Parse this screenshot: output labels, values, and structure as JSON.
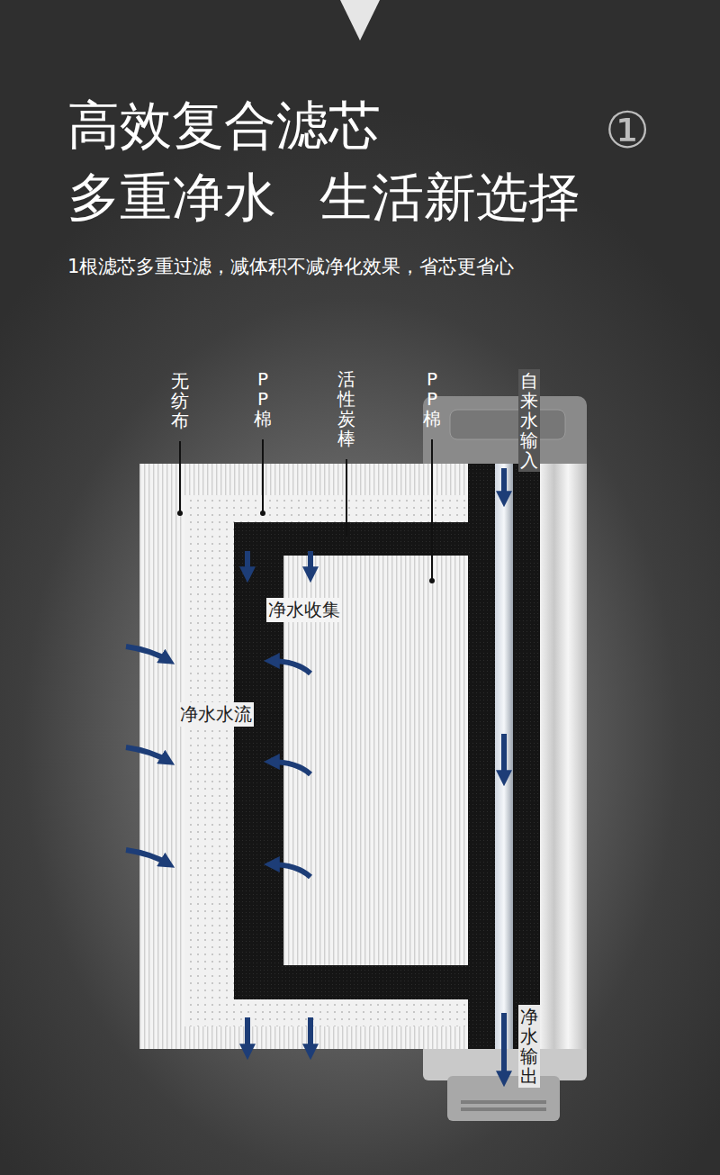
{
  "diagram": {
    "title": "高效复合滤芯",
    "caption": "1根滤芯多重过滤，减体积不减净化效果，省芯更省心",
    "labels": [
      "多重净水 生活新选择",
      "①",
      "无纺布",
      "PP棉",
      "活性炭棒",
      "PP棉",
      "自来水输入",
      "净水收集",
      "净水水流",
      "净水输出"
    ]
  }
}
